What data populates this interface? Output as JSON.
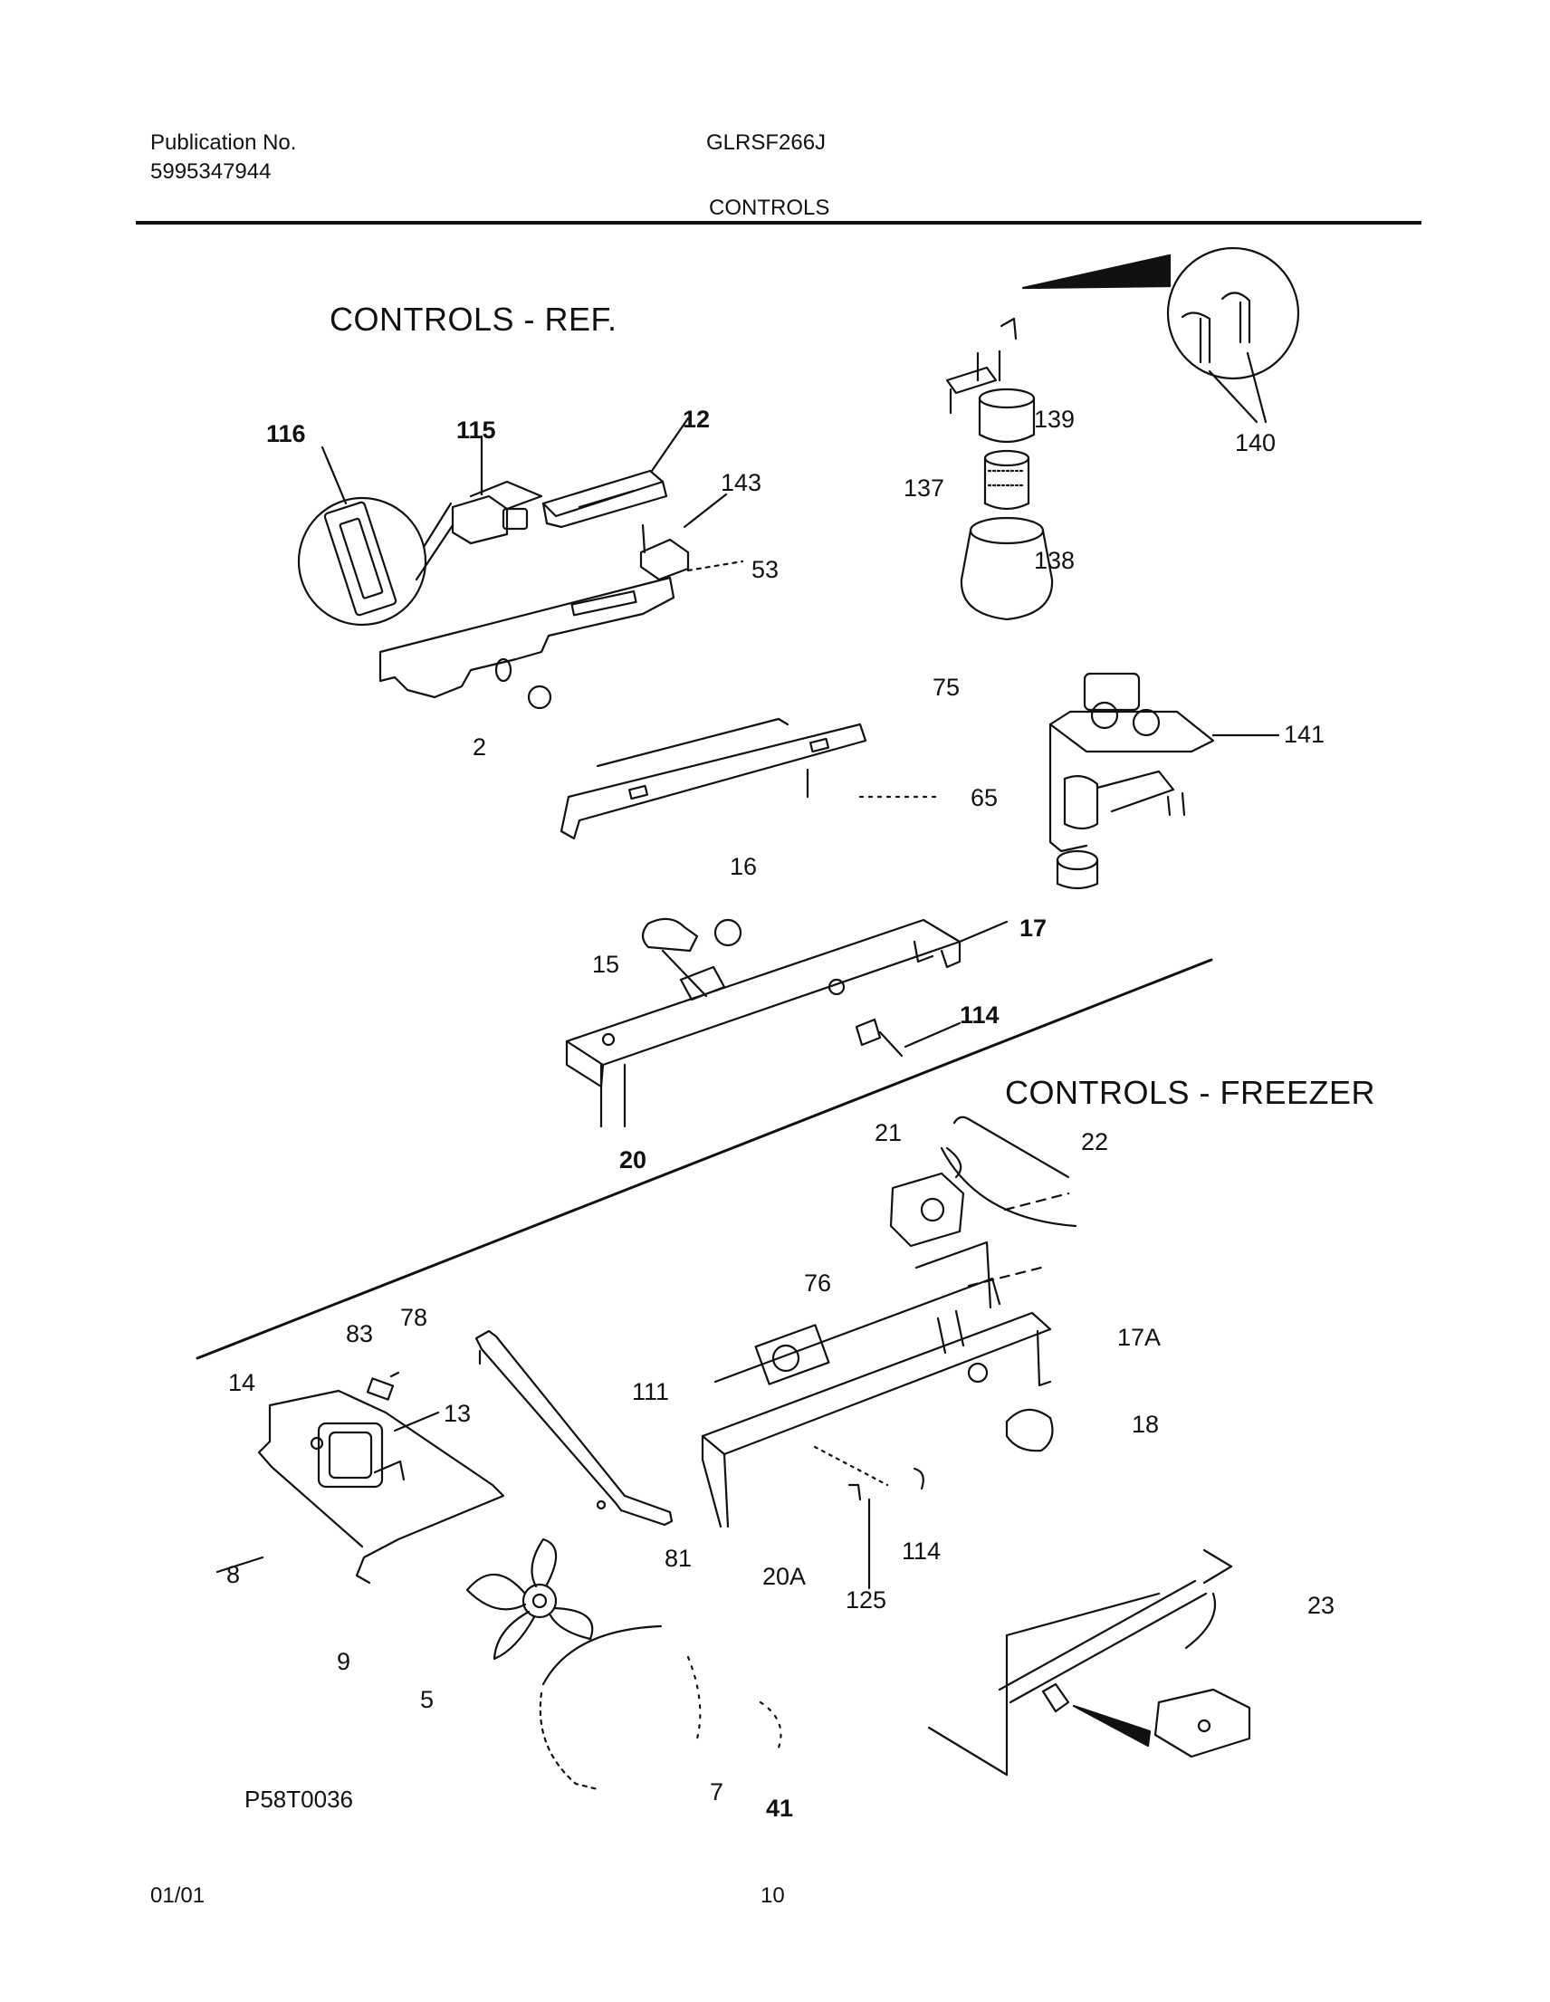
{
  "header": {
    "publication_label": "Publication No.",
    "publication_number": "5995347944",
    "model": "GLRSF266J",
    "section": "CONTROLS"
  },
  "sections": {
    "ref_title": "CONTROLS - REF.",
    "freezer_title": "CONTROLS - FREEZER"
  },
  "callouts": {
    "c116": "116",
    "c115": "115",
    "c12": "12",
    "c143": "143",
    "c53": "53",
    "c2": "2",
    "c139": "139",
    "c140": "140",
    "c137": "137",
    "c138": "138",
    "c75": "75",
    "c141": "141",
    "c65": "65",
    "c16": "16",
    "c15": "15",
    "c17": "17",
    "c114a": "114",
    "c20": "20",
    "c21": "21",
    "c22": "22",
    "c76": "76",
    "c17A": "17A",
    "c18": "18",
    "c83": "83",
    "c78": "78",
    "c14": "14",
    "c13": "13",
    "c111": "111",
    "c8": "8",
    "c81": "81",
    "c20A": "20A",
    "c114b": "114",
    "c125": "125",
    "c9": "9",
    "c5": "5",
    "c23": "23",
    "c7": "7",
    "c41": "41"
  },
  "footer": {
    "drawing_code": "P58T0036",
    "date": "01/01",
    "page": "10"
  }
}
